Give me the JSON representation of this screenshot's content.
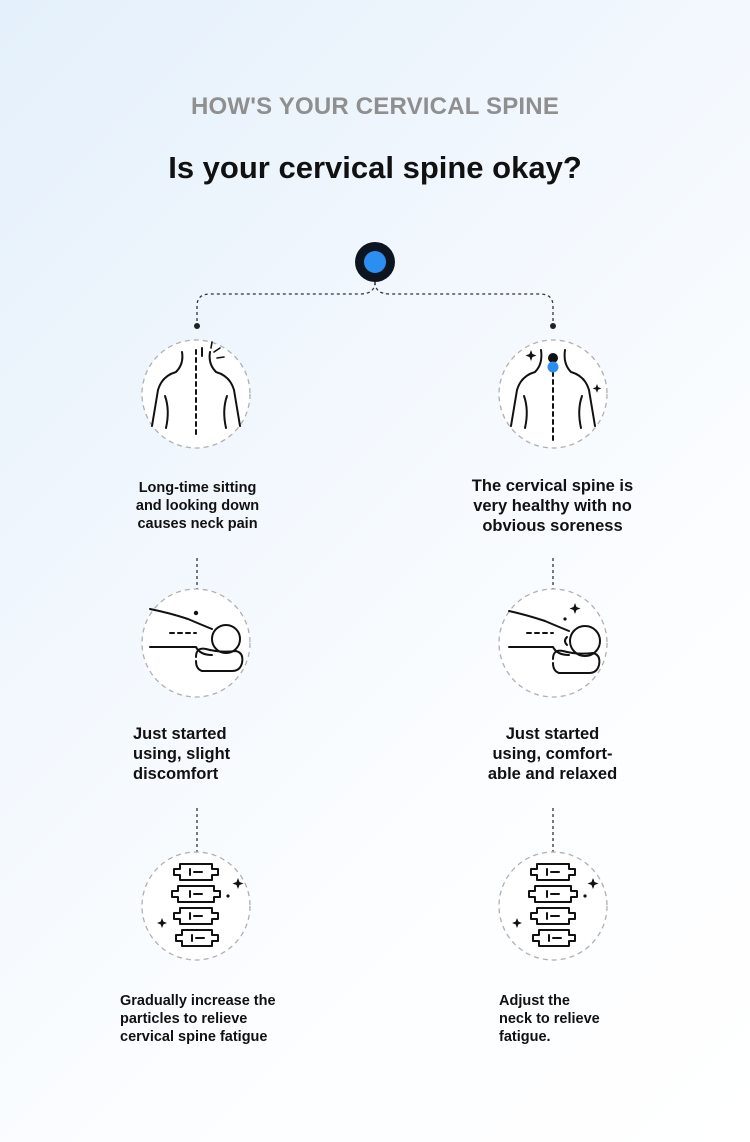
{
  "header": {
    "eyebrow": "HOW'S YOUR CERVICAL SPINE",
    "title": "Is your cervical spine okay?"
  },
  "colors": {
    "accent": "#2a8ff0",
    "dot_ring": "#0d1620",
    "line": "#333333",
    "circle_border": "#b0b0b0",
    "eyebrow_text": "#8f8f8f"
  },
  "icons": [
    "back-pain-icon",
    "healthy-back-icon",
    "pillow-discomfort-icon",
    "pillow-relaxed-icon",
    "spine-icon"
  ],
  "left_column": {
    "steps": [
      {
        "icon": "back-pain-icon",
        "lines": [
          "Long-time sitting",
          "and looking down",
          "causes neck pain"
        ]
      },
      {
        "icon": "pillow-discomfort-icon",
        "lines": [
          "Just started",
          "using, slight",
          "discomfort"
        ]
      },
      {
        "icon": "spine-icon",
        "lines": [
          "Gradually increase the",
          "particles to relieve",
          "cervical spine fatigue"
        ]
      }
    ]
  },
  "right_column": {
    "steps": [
      {
        "icon": "healthy-back-icon",
        "lines": [
          "The cervical spine is",
          "very healthy with no",
          "obvious soreness"
        ]
      },
      {
        "icon": "pillow-relaxed-icon",
        "lines": [
          "Just started",
          "using, comfort-",
          "able and relaxed"
        ]
      },
      {
        "icon": "spine-icon",
        "lines": [
          "Adjust the",
          "neck to relieve",
          "fatigue."
        ]
      }
    ]
  }
}
